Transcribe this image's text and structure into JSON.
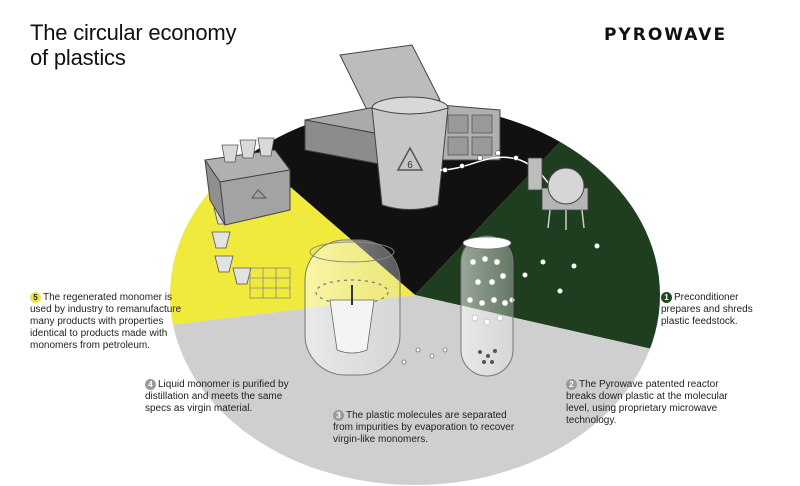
{
  "title": {
    "line1": "The circular economy",
    "line2": "of plastics"
  },
  "brand": "PYROWAVE",
  "colors": {
    "yellow": "#f0ea3c",
    "dark_green": "#1f3d1f",
    "black": "#111111",
    "gray": "#cfcfcf"
  },
  "recycling_symbol_number": "6",
  "steps": [
    {
      "number": "1",
      "text_lines": [
        "Preconditioner",
        "prepares and shreds",
        "plastic feedstock."
      ]
    },
    {
      "number": "2",
      "text_lines": [
        "The Pyrowave patented reactor",
        "breaks down plastic at the molecular",
        "level, using proprietary microwave",
        "technology."
      ]
    },
    {
      "number": "3",
      "text_lines": [
        "The plastic molecules are separated",
        "from impurities by evaporation to recover",
        "virgin-like monomers."
      ]
    },
    {
      "number": "4",
      "text_lines": [
        "Liquid monomer is purified by",
        "distillation and meets the same",
        "specs as virgin material."
      ]
    },
    {
      "number": "5",
      "text_lines": [
        "The regenerated monomer is",
        "used by industry to remanufacture",
        "many products with properties",
        "identical to products made with",
        "monomers from petroleum."
      ]
    }
  ]
}
